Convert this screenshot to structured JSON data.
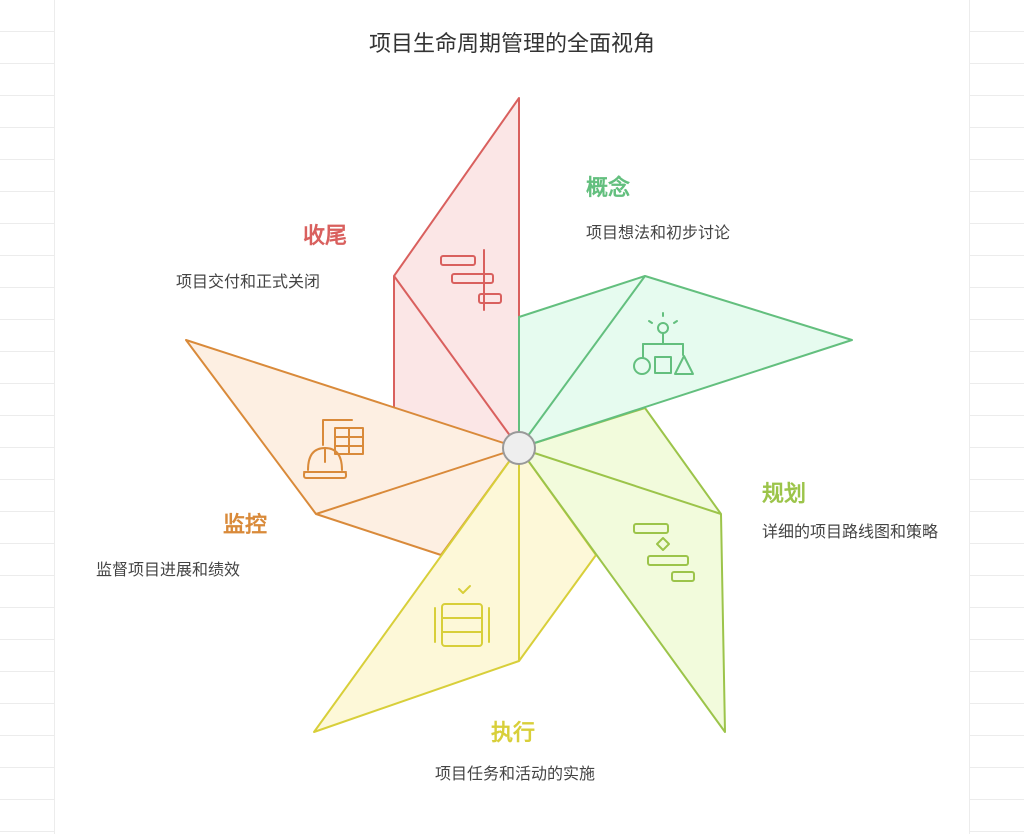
{
  "title": "项目生命周期管理的全面视角",
  "stages": {
    "concept": {
      "label": "概念",
      "desc": "项目想法和初步讨论",
      "color": "#63bf7e",
      "fill": "#e6fbef",
      "icon": "lightbulb-org-icon"
    },
    "planning": {
      "label": "规划",
      "desc": "详细的项目路线图和策略",
      "color": "#9cc44a",
      "fill": "#f2fbdc",
      "icon": "gantt-icon"
    },
    "execution": {
      "label": "执行",
      "desc": "项目任务和活动的实施",
      "color": "#d8cf3a",
      "fill": "#fdf8d8",
      "icon": "task-checklist-icon"
    },
    "monitoring": {
      "label": "监控",
      "desc": "监督项目进展和绩效",
      "color": "#d98a3a",
      "fill": "#fdefe2",
      "icon": "hardhat-building-icon"
    },
    "closing": {
      "label": "收尾",
      "desc": "项目交付和正式关闭",
      "color": "#d9605e",
      "fill": "#fbe6e6",
      "icon": "timeline-bars-icon"
    }
  }
}
